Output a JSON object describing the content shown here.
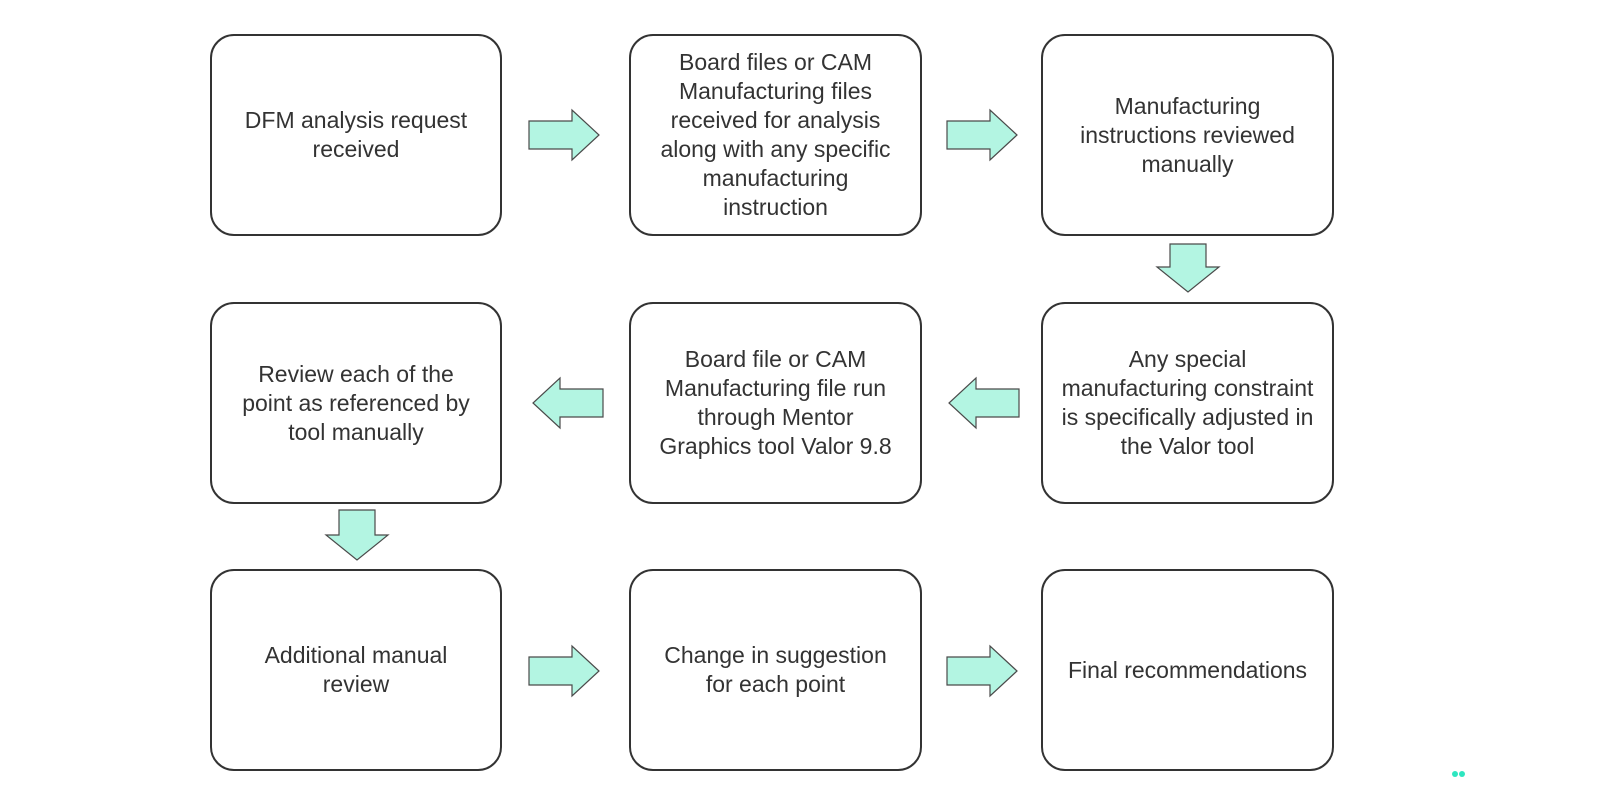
{
  "steps": [
    {
      "id": "step-1",
      "label": "DFM analysis request received"
    },
    {
      "id": "step-2",
      "label": "Board files or CAM Manufacturing files received for analysis along with any specific manufacturing instruction"
    },
    {
      "id": "step-3",
      "label": "Manufacturing instructions reviewed manually"
    },
    {
      "id": "step-4",
      "label": "Any special manufacturing constraint is specifically adjusted in the Valor tool"
    },
    {
      "id": "step-5",
      "label": "Board file or CAM Manufacturing file run through Mentor Graphics tool Valor 9.8"
    },
    {
      "id": "step-6",
      "label": "Review each of the point as referenced by tool manually"
    },
    {
      "id": "step-7",
      "label": "Additional manual review"
    },
    {
      "id": "step-8",
      "label": "Change in suggestion for each point"
    },
    {
      "id": "step-9",
      "label": "Final recommendations"
    }
  ],
  "connections": [
    {
      "from": "step-1",
      "to": "step-2",
      "direction": "right"
    },
    {
      "from": "step-2",
      "to": "step-3",
      "direction": "right"
    },
    {
      "from": "step-3",
      "to": "step-4",
      "direction": "down"
    },
    {
      "from": "step-4",
      "to": "step-5",
      "direction": "left"
    },
    {
      "from": "step-5",
      "to": "step-6",
      "direction": "left"
    },
    {
      "from": "step-6",
      "to": "step-7",
      "direction": "down"
    },
    {
      "from": "step-7",
      "to": "step-8",
      "direction": "right"
    },
    {
      "from": "step-8",
      "to": "step-9",
      "direction": "right"
    }
  ],
  "colors": {
    "arrow_fill": "#b3f5e2",
    "arrow_stroke": "#4a4a4a",
    "box_border": "#333333",
    "text": "#333333",
    "dot": "#2ee6c0"
  }
}
